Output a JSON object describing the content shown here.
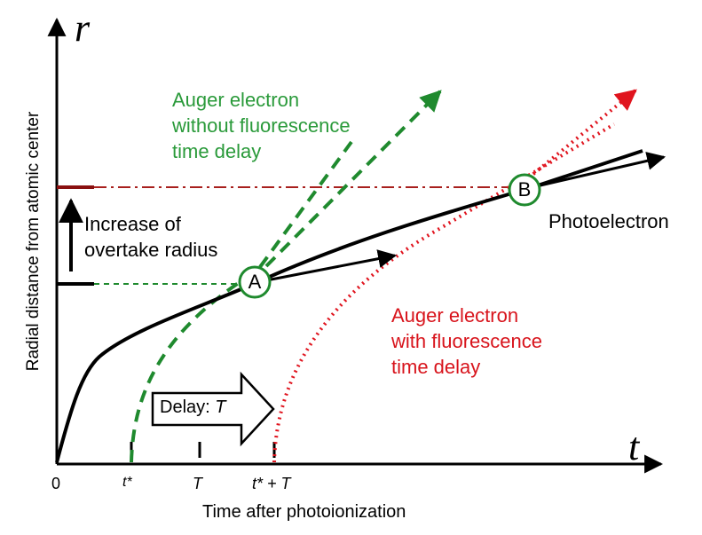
{
  "axes": {
    "y_var": "r",
    "x_var": "t",
    "y_label": "Radial distance from atomic center",
    "x_label": "Time after photoionization",
    "x_ticks": [
      "0",
      "t*",
      "T",
      "t* + T"
    ]
  },
  "labels": {
    "auger_no_delay": [
      "Auger electron",
      "without fluorescence",
      "time delay"
    ],
    "auger_with_delay": [
      "Auger electron",
      "with fluorescence",
      "time delay"
    ],
    "photoelectron": "Photoelectron",
    "overtake": [
      "Increase of",
      "overtake radius"
    ],
    "delay_prefix": "Delay: ",
    "delay_var": "T",
    "point_a": "A",
    "point_b": "B"
  },
  "colors": {
    "photoelectron": "#000000",
    "auger_no_delay": "#1f8a2e",
    "auger_with_delay": "#e0141e",
    "overtake_line": "#a8201e"
  }
}
